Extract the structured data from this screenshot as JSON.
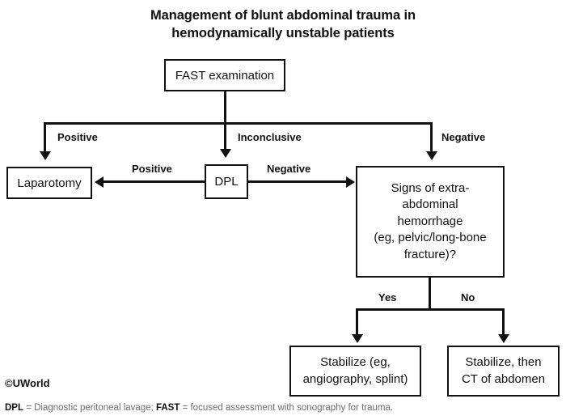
{
  "title": {
    "line1": "Management of blunt abdominal trauma in",
    "line2": "hemodynamically unstable patients"
  },
  "nodes": {
    "fast": {
      "label": "FAST examination"
    },
    "laparotomy": {
      "label": "Laparotomy"
    },
    "dpl": {
      "label": "DPL"
    },
    "extra_abdominal": {
      "line1": "Signs of extra-",
      "line2": "abdominal",
      "line3": "hemorrhage",
      "line4": "(eg, pelvic/long-bone",
      "line5": "fracture)?"
    },
    "stabilize_angio": {
      "line1": "Stabilize (eg,",
      "line2": "angiography, splint)"
    },
    "stabilize_ct": {
      "line1": "Stabilize, then",
      "line2": "CT of  abdomen"
    }
  },
  "edges": {
    "fast_positive": "Positive",
    "fast_inconclusive": "Inconclusive",
    "fast_negative": "Negative",
    "dpl_positive": "Positive",
    "dpl_negative": "Negative",
    "decision_yes": "Yes",
    "decision_no": "No"
  },
  "footer": {
    "copyright": "©UWorld",
    "legend_dpl_abbr": "DPL",
    "legend_dpl_text": " = Diagnostic peritoneal lavage; ",
    "legend_fast_abbr": "FAST",
    "legend_fast_text": " = focused assessment with sonography for trauma."
  },
  "colors": {
    "stroke": "#111111",
    "background": "#ffffff",
    "legend_text": "#6d6d6d"
  }
}
